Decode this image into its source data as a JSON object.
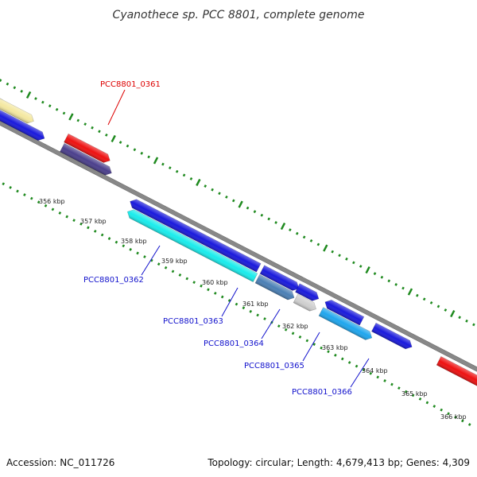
{
  "title": "Cyanothece sp. PCC 8801, complete genome",
  "footer": {
    "accession": "Accession: NC_011726",
    "topology": "Topology: circular; Length: 4,679,413 bp; Genes: 4,309"
  },
  "colors": {
    "backbone": "#888888",
    "tick_green": "#1f8a1f",
    "gene_label_top": "#dd0000",
    "gene_label_bottom": "#1010cc",
    "blue": "#1a1adc",
    "cyan": "#19ecec",
    "red": "#ee1111",
    "steelblue": "#4a7fb5",
    "purple": "#4b3f8c",
    "tan": "#f4e8a0",
    "gray": "#cfcfcf",
    "skyblue": "#1fa6ee"
  },
  "tick_labels": [
    "356 kbp",
    "357 kbp",
    "358 kbp",
    "359 kbp",
    "360 kbp",
    "361 kbp",
    "362 kbp",
    "363 kbp",
    "364 kbp",
    "365 kbp",
    "366 kbp"
  ],
  "gene_labels": [
    {
      "text": "PCC8801_0361",
      "row": "top"
    },
    {
      "text": "PCC8801_0362",
      "row": "bottom"
    },
    {
      "text": "PCC8801_0363",
      "row": "bottom"
    },
    {
      "text": "PCC8801_0364",
      "row": "bottom"
    },
    {
      "text": "PCC8801_0365",
      "row": "bottom"
    },
    {
      "text": "PCC8801_0366",
      "row": "bottom"
    }
  ],
  "genes": [
    {
      "color": "steelblue",
      "ring": "outer2",
      "dir": "reverse"
    },
    {
      "color": "red",
      "ring": "outer1",
      "dir": "forward"
    },
    {
      "color": "blue",
      "ring": "outer1",
      "dir": "forward"
    },
    {
      "color": "tan",
      "ring": "outer2",
      "dir": "forward"
    },
    {
      "color": "purple",
      "ring": "outer1",
      "dir": "forward"
    },
    {
      "color": "red",
      "ring": "outer2",
      "dir": "forward"
    },
    {
      "color": "blue",
      "ring": "inner1",
      "dir": "reverse"
    },
    {
      "color": "cyan",
      "ring": "inner2",
      "dir": "reverse"
    },
    {
      "color": "blue",
      "ring": "inner1",
      "dir": "forward"
    },
    {
      "color": "steelblue",
      "ring": "inner2",
      "dir": "forward"
    },
    {
      "color": "blue",
      "ring": "inner1",
      "dir": "forward"
    },
    {
      "color": "gray",
      "ring": "inner2",
      "dir": "forward"
    },
    {
      "color": "blue",
      "ring": "inner1",
      "dir": "reverse"
    },
    {
      "color": "skyblue",
      "ring": "inner2",
      "dir": "forward"
    },
    {
      "color": "blue",
      "ring": "inner1",
      "dir": "forward"
    },
    {
      "color": "red",
      "ring": "inner1",
      "dir": "forward"
    }
  ]
}
